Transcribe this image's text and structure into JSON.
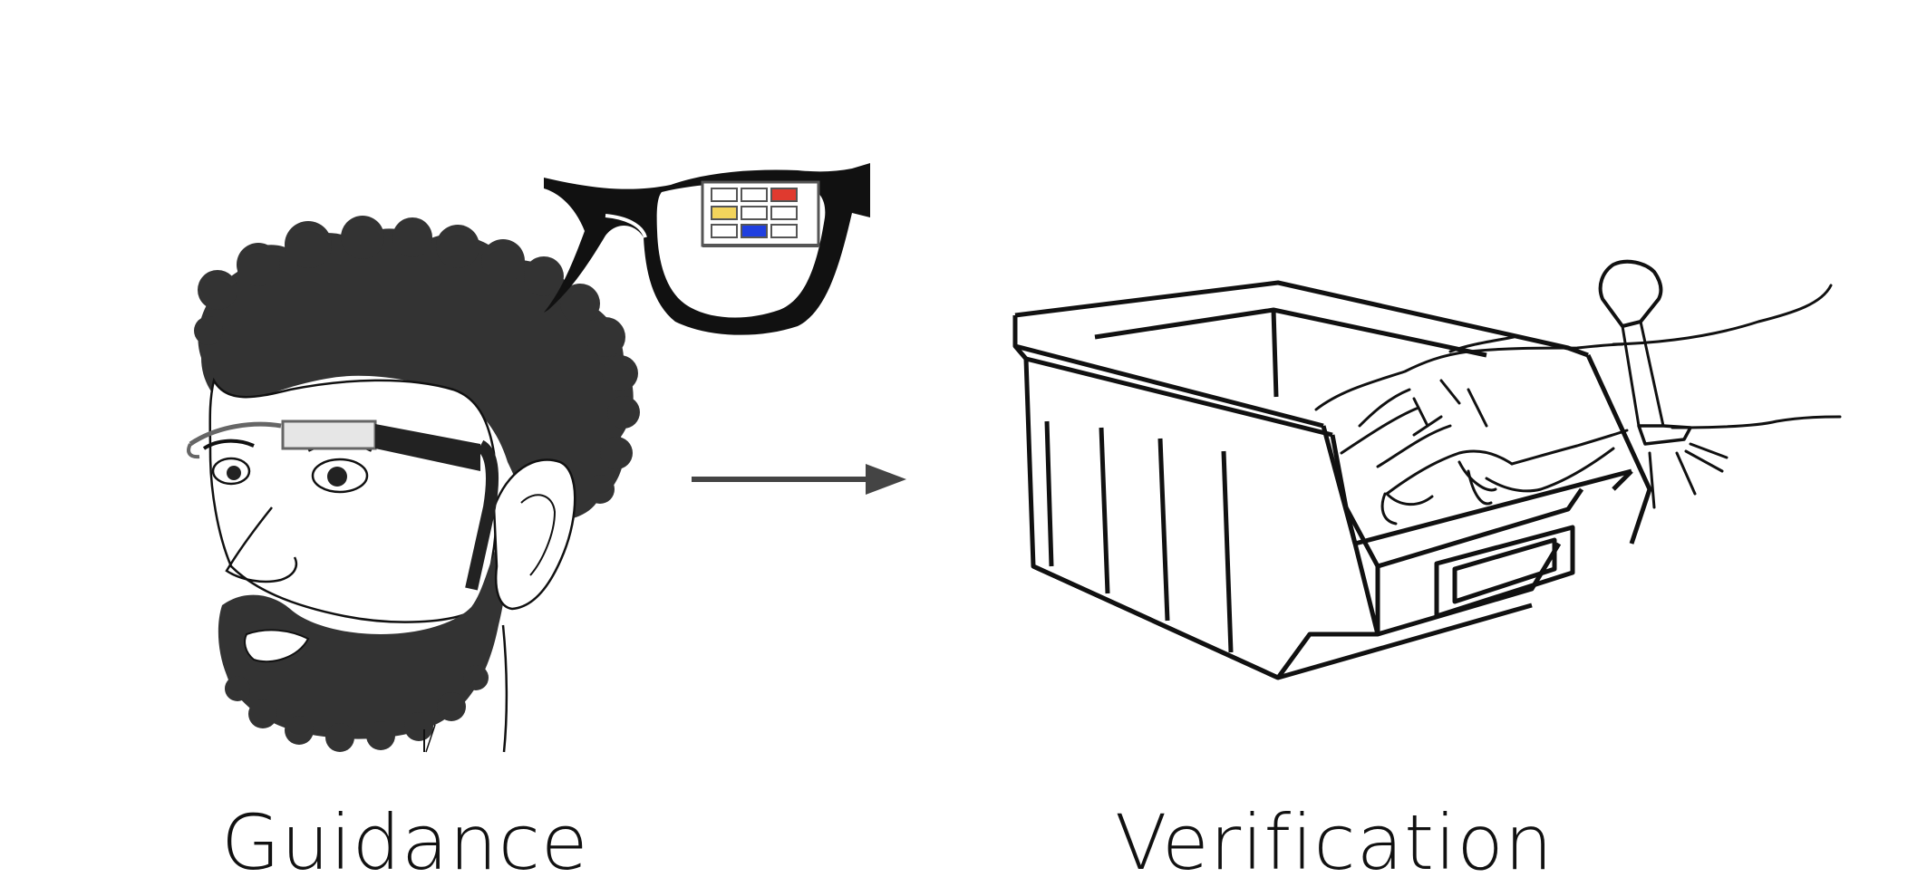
{
  "captions": {
    "left": "Guidance",
    "right": "Verification"
  },
  "display_grid": {
    "rows": 3,
    "cols": 3,
    "highlighted_cells": [
      {
        "row": 0,
        "col": 2,
        "color": "#e03a2f"
      },
      {
        "row": 1,
        "col": 0,
        "color": "#f3d45c"
      },
      {
        "row": 2,
        "col": 1,
        "color": "#1f3fe0"
      }
    ]
  },
  "colors": {
    "ink": "#111111",
    "hair": "#333333",
    "arrow": "#444444"
  },
  "icons": {
    "person": "person-with-smart-glasses-icon",
    "glasses": "smart-glasses-display-icon",
    "arrow": "right-arrow-icon",
    "bin": "storage-bin-icon",
    "hand": "hand-with-scanner-icon"
  }
}
